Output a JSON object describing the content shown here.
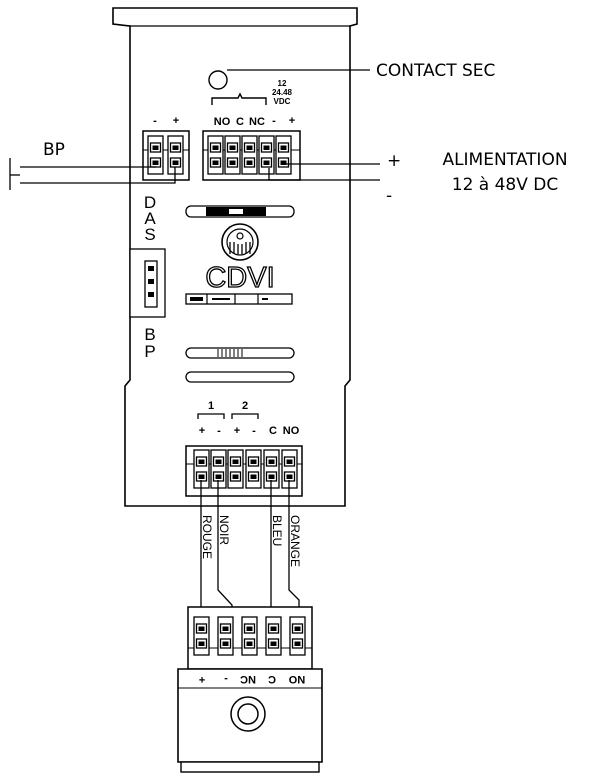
{
  "labels": {
    "contact_sec": "CONTACT SEC",
    "bp": "BP",
    "plus": "+",
    "minus": "-",
    "alimentation_line1": "ALIMENTATION",
    "alimentation_line2": "12 à 48V DC",
    "das": [
      "D",
      "A",
      "S"
    ],
    "bp_vertical": [
      "B",
      "P"
    ],
    "brand": "CDVI"
  },
  "top_terminal": {
    "voltage_line1": "12",
    "voltage_line2": "24.48",
    "voltage_line3": "VDC",
    "labels": [
      "NO",
      "C",
      "NC",
      "-",
      "+"
    ]
  },
  "bp_terminal": {
    "labels": [
      "-",
      "+"
    ]
  },
  "bottom_terminal": {
    "group1": "1",
    "group2": "2",
    "labels": [
      "+",
      "-",
      "+",
      "-",
      "C",
      "NO"
    ]
  },
  "wires": [
    "ROUGE",
    "NOIR",
    "BLEU",
    "ORANGE"
  ],
  "lower_module": {
    "labels": [
      "+",
      "-",
      "NC",
      "C",
      "NO"
    ]
  }
}
